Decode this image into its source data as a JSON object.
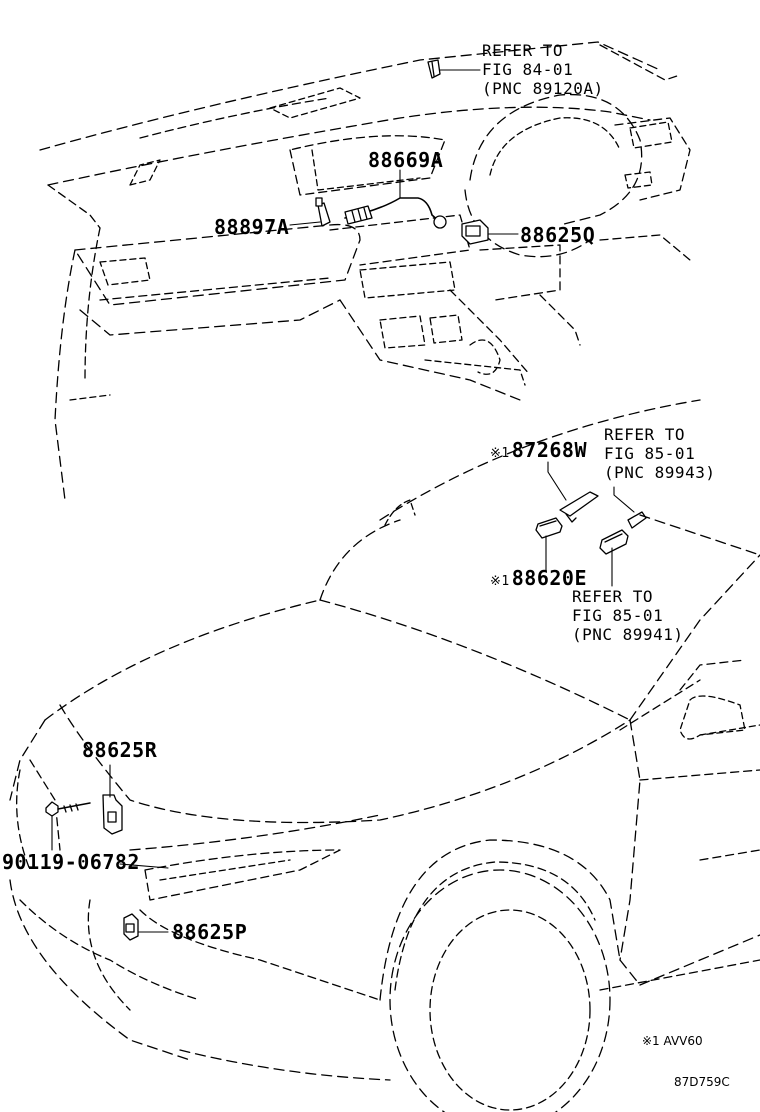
{
  "callouts": {
    "p88669A": "88669A",
    "p88897A": "88897A",
    "p88625Q": "88625Q",
    "p87268W": "87268W",
    "p88620E": "88620E",
    "p88625R": "88625R",
    "p9011906782": "90119-06782",
    "p88625P": "88625P"
  },
  "refs": {
    "ref1": {
      "line1": "REFER TO",
      "line2": "FIG 84-01",
      "line3": "(PNC 89120A)"
    },
    "ref2": {
      "line1": "REFER TO",
      "line2": "FIG 85-01",
      "line3": "(PNC 89943)"
    },
    "ref3": {
      "line1": "REFER TO",
      "line2": "FIG 85-01",
      "line3": "(PNC 89941)"
    }
  },
  "marks": {
    "note_mark": "※1"
  },
  "footnote": {
    "text": "※1 AVV60"
  },
  "figure_code": "87D759C"
}
